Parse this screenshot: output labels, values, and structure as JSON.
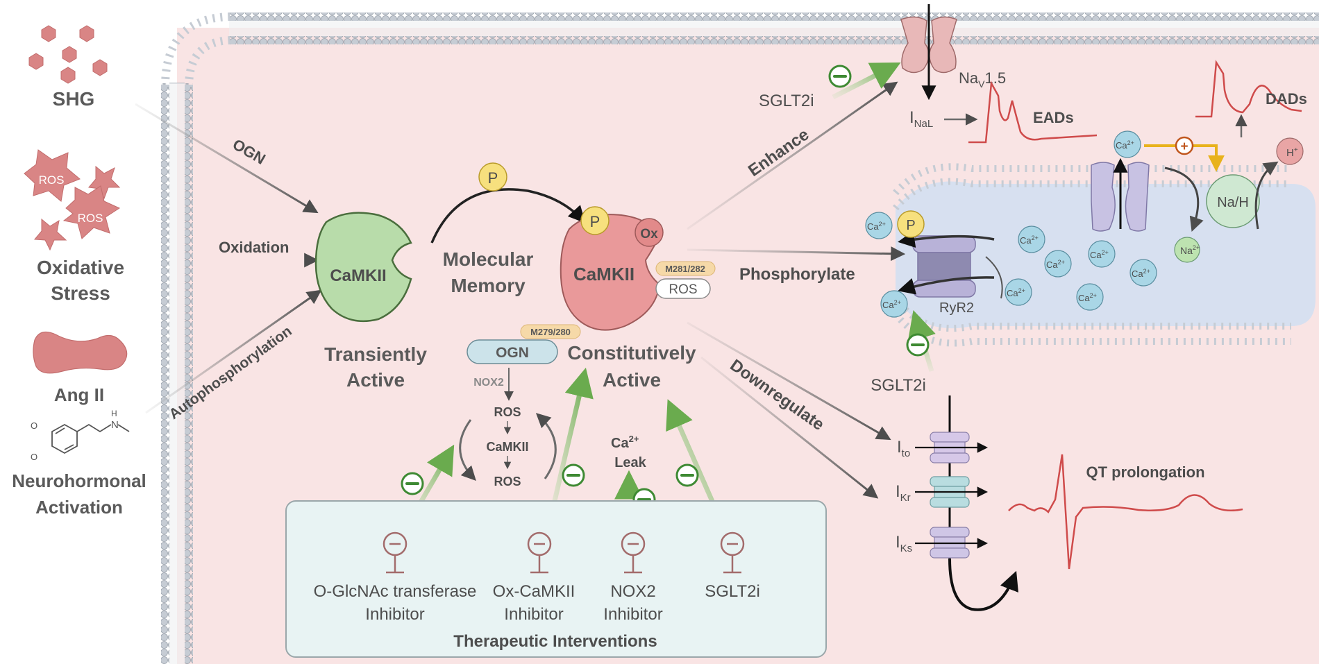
{
  "stimuli": {
    "shg": "SHG",
    "ros_a": "ROS",
    "ros_b": "ROS",
    "oxidative_1": "Oxidative",
    "oxidative_2": "Stress",
    "ang2": "Ang II",
    "neuro_1": "Neurohormonal",
    "neuro_2": "Activation",
    "mol_o_top": "O",
    "mol_o_bottom": "O",
    "mol_n": "N",
    "mol_h": "H"
  },
  "arrows": {
    "ogn": "OGN",
    "oxidation": "Oxidation",
    "autophos": "Autophosphorylation",
    "enhance": "Enhance",
    "phosphorylate": "Phosphorylate",
    "downregulate": "Downregulate"
  },
  "camkii_transient": {
    "name": "CaMKII",
    "state_1": "Transiently",
    "state_2": "Active"
  },
  "memory": {
    "p": "P",
    "line1": "Molecular",
    "line2": "Memory"
  },
  "camkii_active": {
    "name": "CaMKII",
    "p": "P",
    "ox": "Ox",
    "m281": "M281/282",
    "ros": "ROS",
    "m279": "M279/280",
    "ogn": "OGN",
    "state_1": "Constitutively",
    "state_2": "Active"
  },
  "loop": {
    "nox2": "NOX2",
    "ros_top": "ROS",
    "camkii": "CaMKII",
    "ros_bottom": "ROS"
  },
  "leak": {
    "ca": "Ca",
    "sup": "2+",
    "leak": "Leak"
  },
  "therapy": {
    "title": "Therapeutic Interventions",
    "items": [
      {
        "line1": "O-GlcNAc transferase",
        "line2": "Inhibitor"
      },
      {
        "line1": "Ox-CaMKII",
        "line2": "Inhibitor"
      },
      {
        "line1": "NOX2",
        "line2": "Inhibitor"
      },
      {
        "line1": "SGLT2i",
        "line2": ""
      }
    ]
  },
  "sodium": {
    "sglt2i": "SGLT2i",
    "nav_main": "Na",
    "nav_sub": "V",
    "nav_tail": "1.5",
    "inal_main": "I",
    "inal_sub": "NaL",
    "eads": "EADs",
    "dads": "DADs"
  },
  "sr": {
    "ca": "Ca",
    "ca_sup": "2+",
    "na": "Na",
    "na_sup": "2+",
    "h": "H",
    "h_sup": "+",
    "p": "P",
    "nah": "Na/H",
    "ryr2": "RyR2",
    "sglt2i": "SGLT2i",
    "plus": "+"
  },
  "potassium": {
    "ito_main": "I",
    "ito_sub": "to",
    "ikr_main": "I",
    "ikr_sub": "Kr",
    "iks_main": "I",
    "iks_sub": "Ks",
    "qt": "QT prolongation"
  },
  "colors": {
    "cell_fill": "#f9e4e4",
    "membrane_head": "#c6ccd4",
    "transient_green": "#b8dcaa",
    "active_red": "#e9999a",
    "inhibit_green": "#3e8a33",
    "sr_blue": "#d7e0f0",
    "therapy_box": "#e8f3f3",
    "wave_red": "#cf4b4b",
    "yellow_p": "#f7e07e",
    "ca_blue": "#a9d6e6"
  }
}
